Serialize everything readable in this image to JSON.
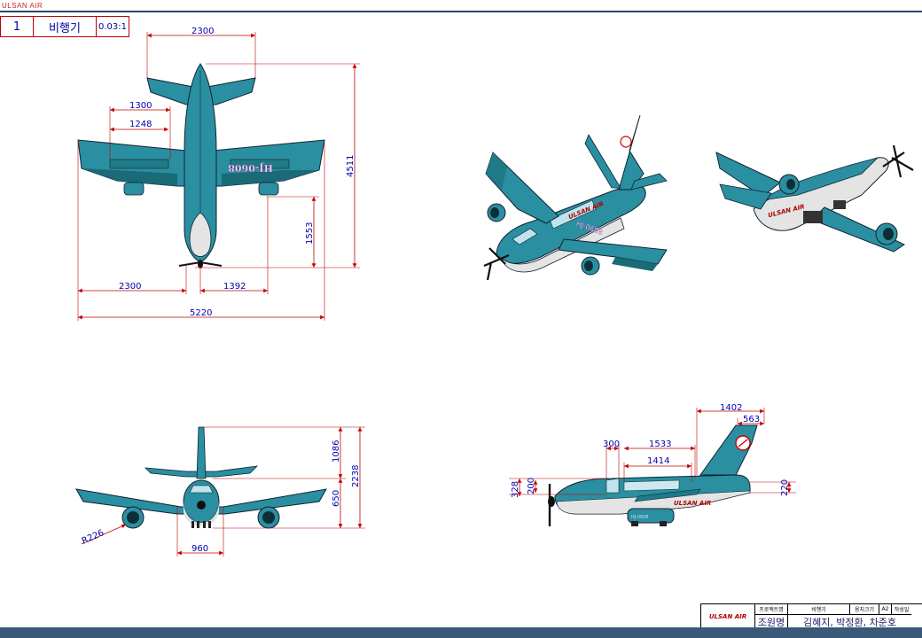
{
  "brand_top": "ULSAN AIR",
  "label_box": {
    "number": "1",
    "name": "비행기",
    "scale": "0.03:1"
  },
  "aircraft": {
    "registration": "HJ-0608",
    "logo_text": "ULSAN AIR"
  },
  "dimensions": {
    "top": [
      "2300",
      "1300",
      "1248",
      "4511",
      "1553",
      "2300",
      "1392",
      "5220"
    ],
    "front": [
      "1086",
      "2238",
      "650",
      "960",
      "R226"
    ],
    "side": [
      "1402",
      "563",
      "300",
      "1533",
      "1414",
      "328",
      "200",
      "220"
    ]
  },
  "title_block": {
    "logo": "ULSAN AIR",
    "project_label": "프로젝트명",
    "project_value": "비행기",
    "paper_label": "용지크기",
    "paper_value": "A2",
    "author_label": "작성일",
    "team_label": "조원명",
    "team_members": "김혜지, 박정환, 차준호"
  },
  "colors": {
    "fuselage": "#2a8fa0",
    "fuselage_dark": "#1a6a78",
    "belly": "#e4e4e4",
    "dimension": "#c00000",
    "dim_text": "#0000b0",
    "frame": "#2a4a6a"
  }
}
